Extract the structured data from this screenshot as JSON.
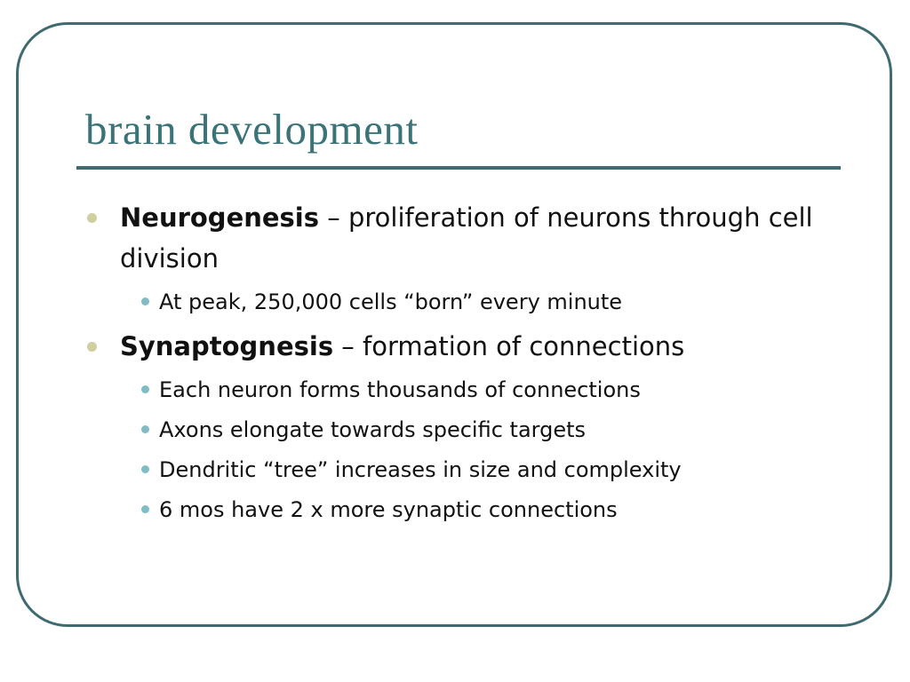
{
  "slide": {
    "title": "brain development",
    "bullets": [
      {
        "term": "Neurogenesis",
        "separator": " – ",
        "text": "proliferation of neurons through cell division",
        "sub": [
          "At peak, 250,000 cells “born” every minute"
        ]
      },
      {
        "term": "Synaptognesis",
        "separator": " – ",
        "text": "formation of connections",
        "sub": [
          "Each neuron forms thousands of connections",
          "Axons elongate towards specific targets",
          "Dendritic “tree” increases in size and complexity",
          "6 mos have 2 x more synaptic connections"
        ]
      }
    ]
  },
  "colors": {
    "frame": "#3e6a70",
    "title": "#3a7378",
    "level1_bullet": "#cfcfa0",
    "level2_bullet": "#7fbcc4"
  }
}
